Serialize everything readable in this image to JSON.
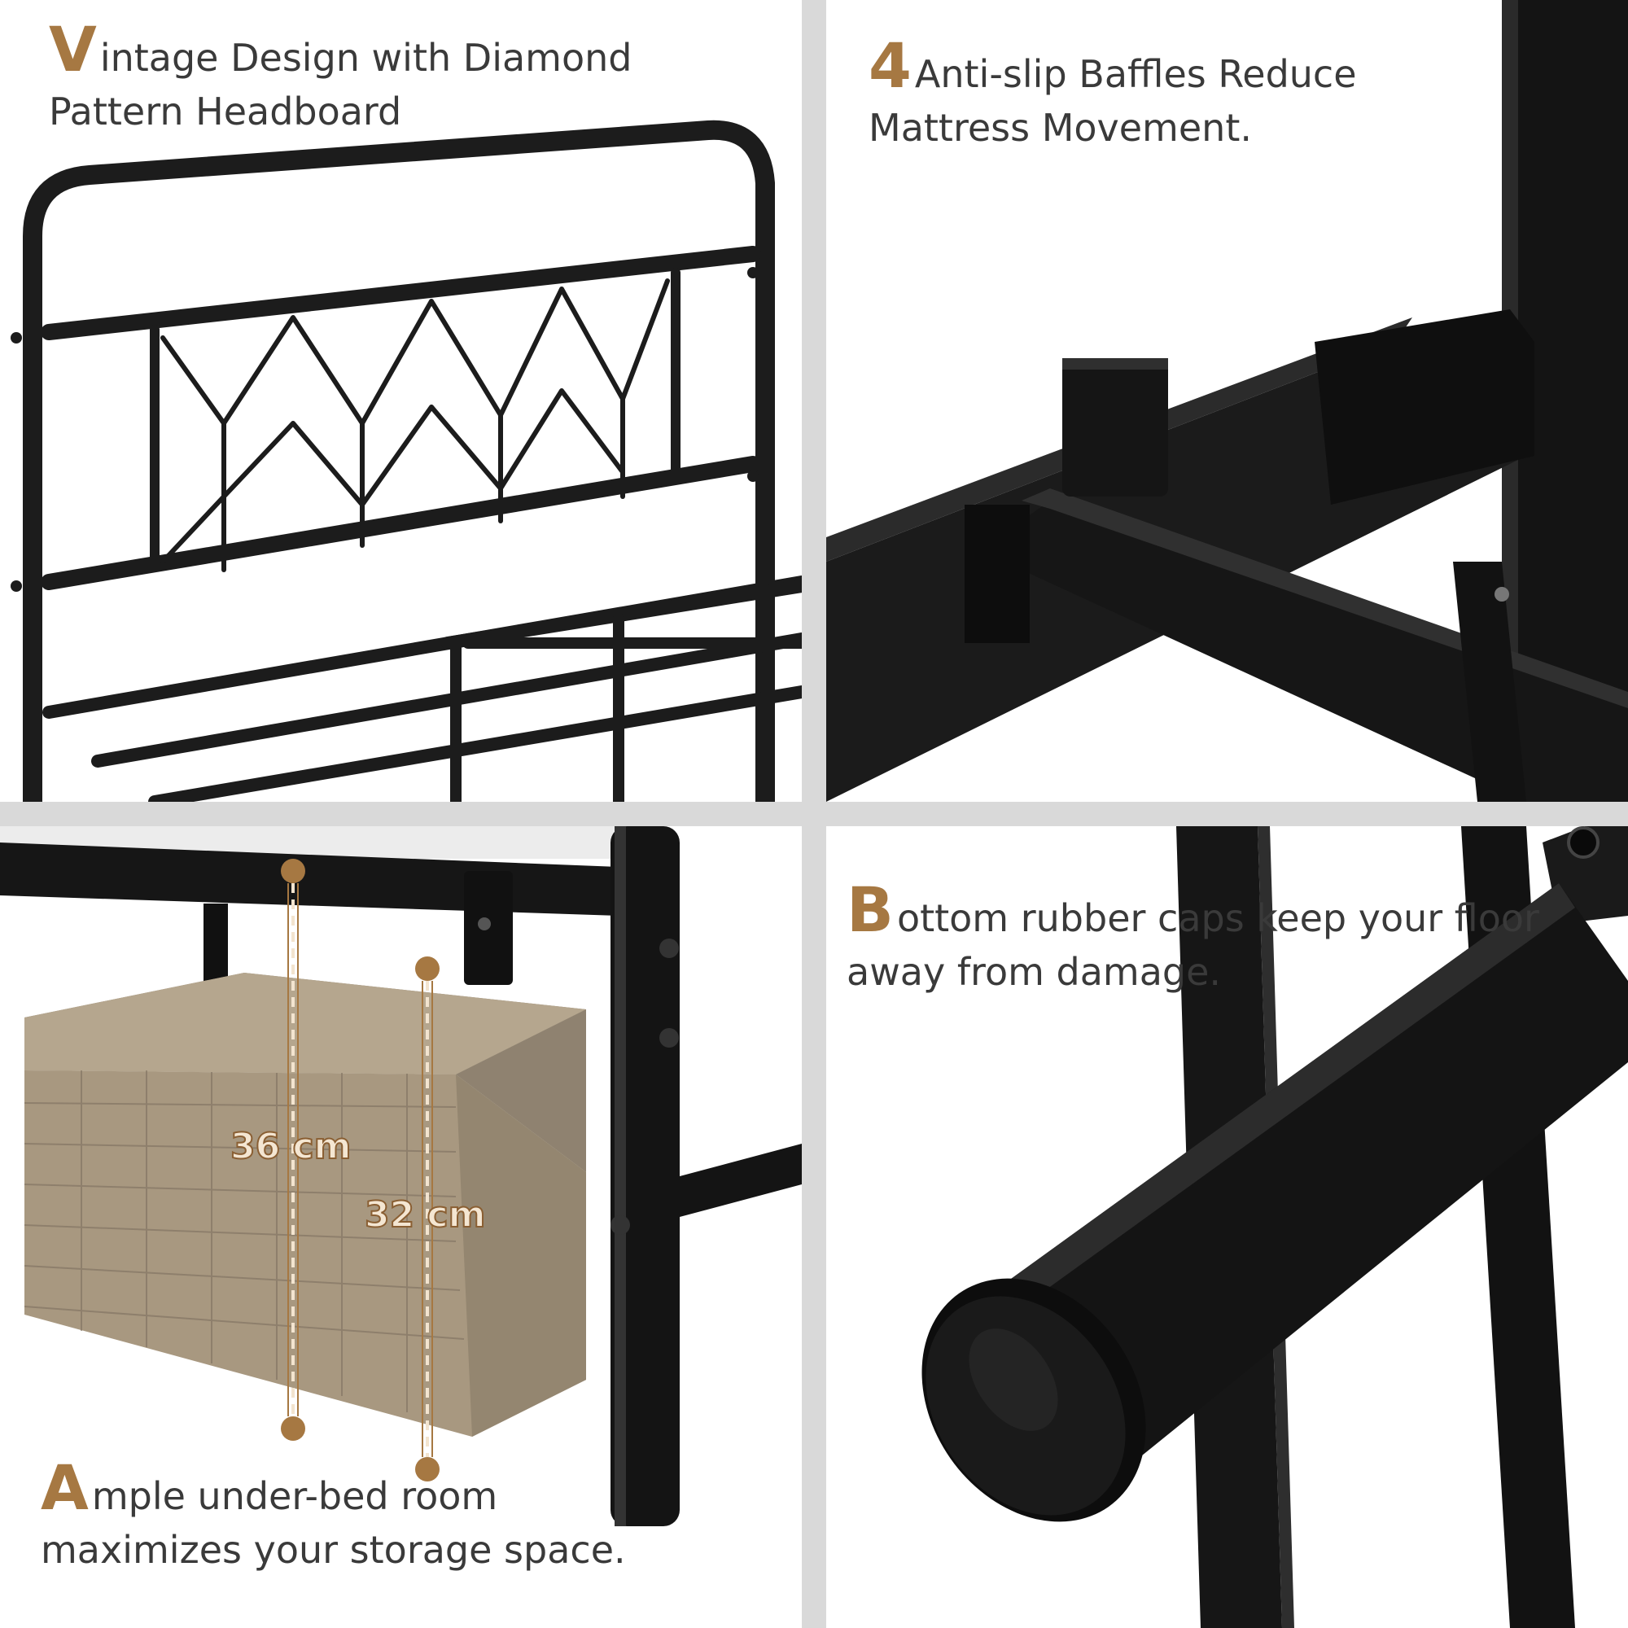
{
  "panels": {
    "headboard": {
      "caption_initial": "V",
      "caption_line1_rest": "intage Design with Diamond",
      "caption_line2": "Pattern Headboard"
    },
    "baffles": {
      "caption_initial": "4",
      "caption_line1_rest": "Anti-slip Baffles Reduce",
      "caption_line2": "Mattress Movement."
    },
    "storage": {
      "caption_initial": "A",
      "caption_line1_rest": "mple under-bed room",
      "caption_line2": "maximizes your storage space.",
      "measurements": {
        "basket_height": "36 cm",
        "clearance_height": "32 cm"
      }
    },
    "caps": {
      "caption_initial": "B",
      "caption_line1_rest": "ottom rubber caps keep your floor",
      "caption_line2": "away from damage."
    }
  },
  "colors": {
    "accent": "#a67842",
    "text": "#3a3a3a",
    "frame_metal": "#1a1a1a",
    "divider": "#d9d9d9",
    "basket": "#a89880"
  }
}
